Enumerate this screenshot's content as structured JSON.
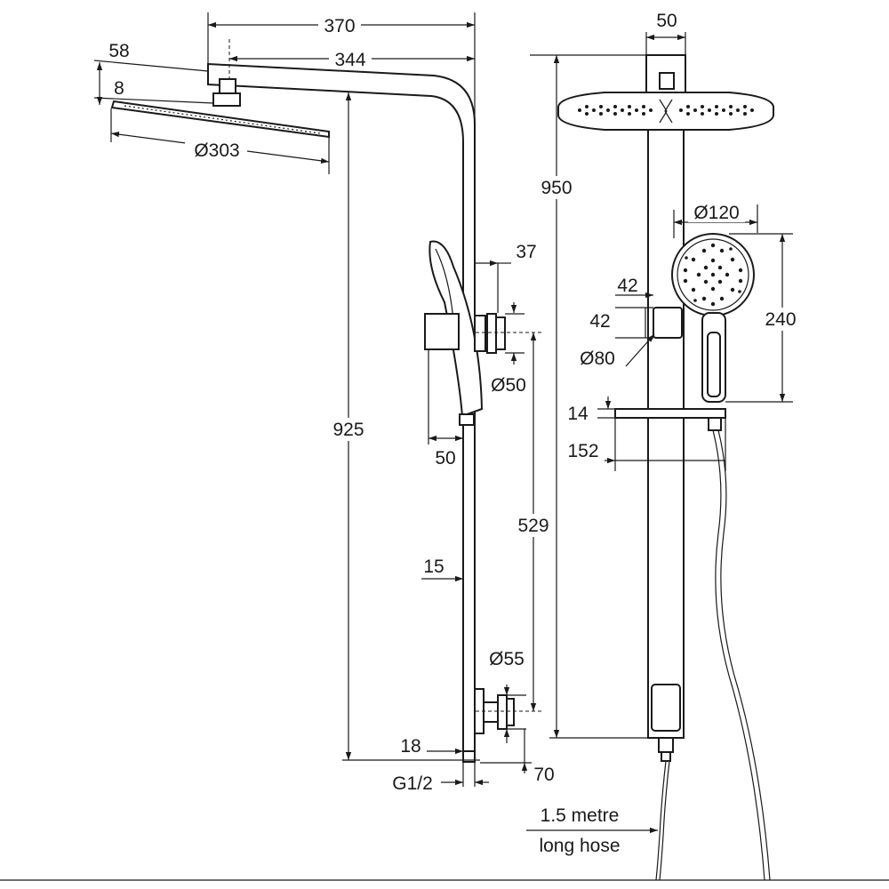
{
  "labels": {
    "total_width": "370",
    "arm_length": "344",
    "head_drop": "58",
    "head_thickness": "8",
    "head_diameter": "Ø303",
    "total_height_side": "925",
    "holder_offset": "37",
    "holder_diameter": "Ø50",
    "holder_depth": "50",
    "rail_diameter": "15",
    "holder_spacing": "529",
    "bottom_bracket_diameter": "Ø55",
    "bottom_offset": "18",
    "inlet_thread": "G1/2",
    "inlet_projection": "70",
    "rail_width_top": "50",
    "total_height_front": "950",
    "handshower_diameter": "Ø120",
    "handshower_length": "240",
    "holder_height_a": "42",
    "holder_height_b": "42",
    "holder_plate_diameter": "Ø80",
    "shelf_thickness": "14",
    "shelf_width": "152",
    "hose_line1": "1.5 metre",
    "hose_line2": "long hose"
  }
}
